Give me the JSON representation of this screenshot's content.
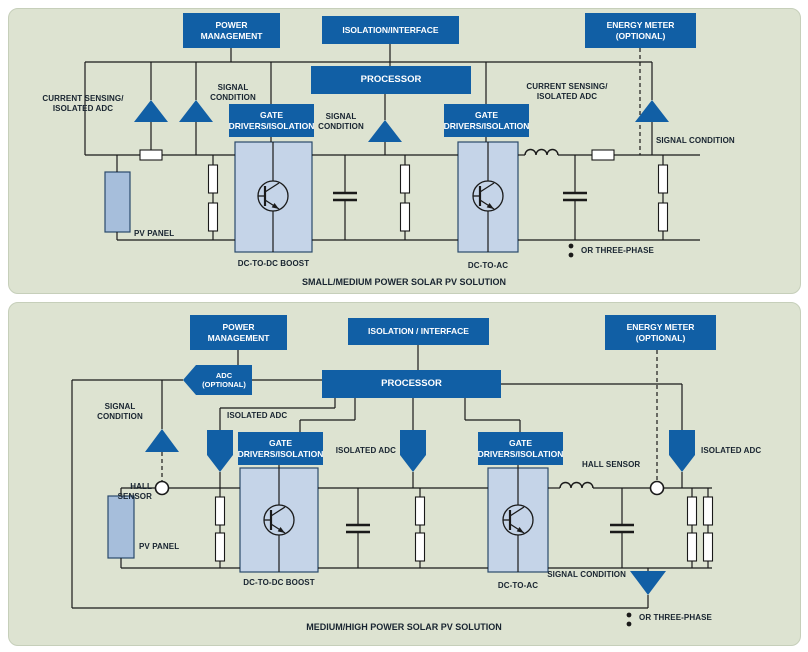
{
  "panels": {
    "top": {
      "caption": "SMALL/MEDIUM POWER SOLAR PV SOLUTION",
      "boxes": {
        "power_management": "POWER MANAGEMENT",
        "isolation_interface": "ISOLATION/INTERFACE",
        "energy_meter": "ENERGY METER (OPTIONAL)",
        "processor": "PROCESSOR",
        "gate_drivers_left": "GATE DRIVERS/ISOLATION",
        "gate_drivers_right": "GATE DRIVERS/ISOLATION"
      },
      "labels": {
        "current_sensing_left": "CURRENT SENSING/ ISOLATED ADC",
        "signal_condition_left": "SIGNAL CONDITION",
        "signal_condition_center": "SIGNAL CONDITION",
        "current_sensing_right": "CURRENT SENSING/ ISOLATED ADC",
        "signal_condition_right": "SIGNAL CONDITION",
        "pv_panel": "PV PANEL",
        "dc_to_dc_boost": "DC-TO-DC BOOST",
        "dc_to_ac": "DC-TO-AC",
        "or_three_phase": "OR THREE-PHASE"
      }
    },
    "bottom": {
      "caption": "MEDIUM/HIGH POWER SOLAR PV SOLUTION",
      "boxes": {
        "power_management": "POWER MANAGEMENT",
        "isolation_interface": "ISOLATION / INTERFACE",
        "energy_meter": "ENERGY METER (OPTIONAL)",
        "adc_optional": "ADC (OPTIONAL)",
        "processor": "PROCESSOR",
        "gate_drivers_left": "GATE DRIVERS/ISOLATION",
        "gate_drivers_right": "GATE DRIVERS/ISOLATION"
      },
      "labels": {
        "signal_condition_left": "SIGNAL CONDITION",
        "isolated_adc_left": "ISOLATED ADC",
        "isolated_adc_center": "ISOLATED ADC",
        "isolated_adc_right": "ISOLATED ADC",
        "hall_sensor_left": "HALL SENSOR",
        "hall_sensor_right": "HALL SENSOR",
        "pv_panel": "PV PANEL",
        "dc_to_dc_boost": "DC-TO-DC BOOST",
        "dc_to_ac": "DC-TO-AC",
        "signal_condition_right": "SIGNAL CONDITION",
        "or_three_phase": "OR THREE-PHASE"
      }
    }
  },
  "colors": {
    "panel_background": "#dde3d1",
    "box_blue": "#115fa5",
    "block_fill": "#c5d4e8",
    "pv_fill": "#a6bedb",
    "line": "#1a1a1a"
  }
}
